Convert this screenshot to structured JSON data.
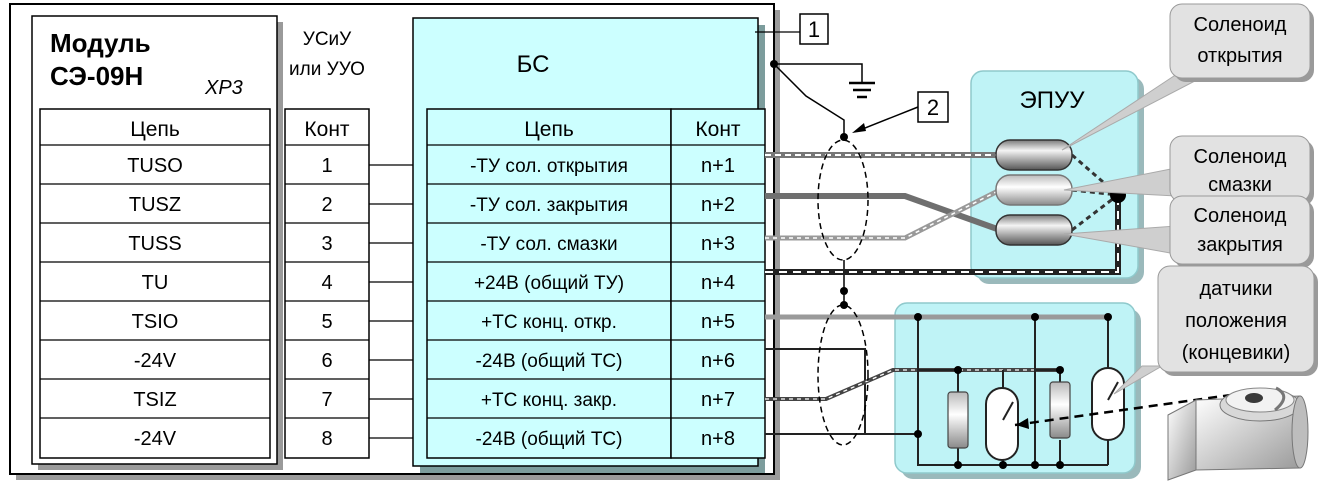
{
  "module": {
    "title_line1": "Модуль",
    "title_line2": "СЭ-09Н",
    "connector": "XP3",
    "col_circuit": "Цепь",
    "col_contact": "Конт",
    "rows": [
      {
        "circuit": "TUSO",
        "contact": "1"
      },
      {
        "circuit": "TUSZ",
        "contact": "2"
      },
      {
        "circuit": "TUSS",
        "contact": "3"
      },
      {
        "circuit": "TU",
        "contact": "4"
      },
      {
        "circuit": "TSIO",
        "contact": "5"
      },
      {
        "circuit": "-24V",
        "contact": "6"
      },
      {
        "circuit": "TSIZ",
        "contact": "7"
      },
      {
        "circuit": "-24V",
        "contact": "8"
      }
    ]
  },
  "device": {
    "line1": "УСиУ",
    "line2": "или УУО"
  },
  "bs": {
    "title": "БС",
    "col_circuit": "Цепь",
    "col_contact": "Конт",
    "rows": [
      {
        "circuit": "-ТУ сол. открытия",
        "contact": "n+1"
      },
      {
        "circuit": "-ТУ сол. закрытия",
        "contact": "n+2"
      },
      {
        "circuit": "-ТУ сол. смазки",
        "contact": "n+3"
      },
      {
        "circuit": "+24В (общий ТУ)",
        "contact": "n+4"
      },
      {
        "circuit": "+ТС конц. откр.",
        "contact": "n+5"
      },
      {
        "circuit": "-24В (общий ТС)",
        "contact": "n+6"
      },
      {
        "circuit": "+ТС конц. закр.",
        "contact": "n+7"
      },
      {
        "circuit": "-24В (общий ТС)",
        "contact": "n+8"
      }
    ]
  },
  "markers": {
    "m1": "1",
    "m2": "2"
  },
  "epuu": {
    "label": "ЭПУУ"
  },
  "callouts": {
    "open_l1": "Соленоид",
    "open_l2": "открытия",
    "lub_l1": "Соленоид",
    "lub_l2": "смазки",
    "close_l1": "Соленоид",
    "close_l2": "закрытия",
    "sens_l1": "датчики",
    "sens_l2": "положения",
    "sens_l3": "(концевики)"
  },
  "colors": {
    "bs_fill": "#ccffff",
    "callout_fill": "#e2e2e2",
    "panel_fill": "#bff3f6"
  }
}
